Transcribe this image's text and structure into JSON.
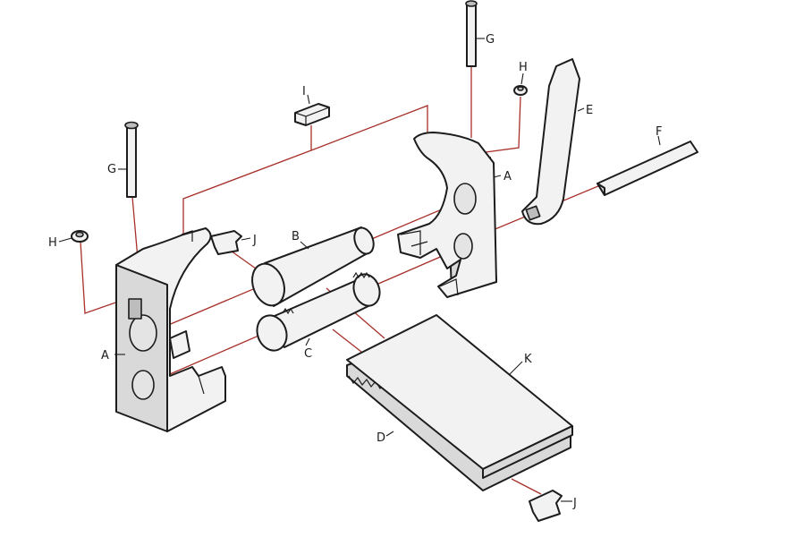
{
  "labels": {
    "A1": "A",
    "A2": "A",
    "B": "B",
    "C": "C",
    "D": "D",
    "E": "E",
    "F": "F",
    "G1": "G",
    "G2": "G",
    "H1": "H",
    "H2": "H",
    "I": "I",
    "J1": "J",
    "J2": "J",
    "K": "K"
  },
  "colors": {
    "explode_line": "#a8302a",
    "outline": "#1c1c1c",
    "part_fill": "#f2f2f2"
  }
}
